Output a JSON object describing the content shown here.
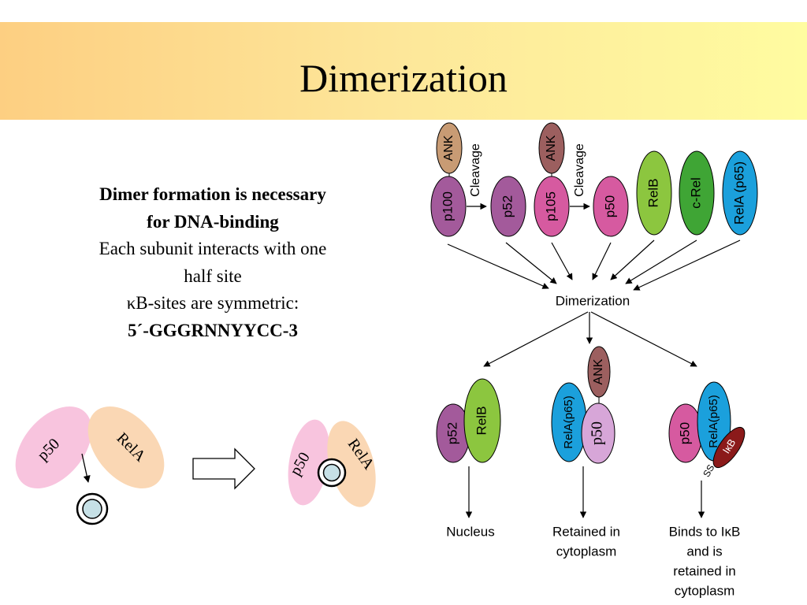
{
  "slide": {
    "title": "Dimerization"
  },
  "text": {
    "line1": "Dimer formation is necessary",
    "line2": "for DNA-binding",
    "line3": "Each subunit interacts with one",
    "line4": "half site",
    "line5": "κB-sites are symmetric:",
    "line6": "5´-GGGRNNYYCC-3"
  },
  "schematic": {
    "left_subunit": "p50",
    "right_subunit": "RelA"
  },
  "diagram": {
    "cleavage": "Cleavage",
    "ank": "ANK",
    "precursor1": "p100",
    "product1": "p52",
    "precursor2": "p105",
    "product2": "p50",
    "relb": "RelB",
    "crel": "c-Rel",
    "rela": "RelA (p65)",
    "dimerization": "Dimerization",
    "dimer1_left": "p52",
    "dimer1_right": "RelB",
    "dimer2_left": "RelA(p65)",
    "dimer2_right": "p50",
    "dimer3_left": "p50",
    "dimer3_right": "RelA(p65)",
    "ikb": "IκB",
    "ss": "SS",
    "out1": "Nucleus",
    "out2_l1": "Retained in",
    "out2_l2": "cytoplasm",
    "out3_l1": "Binds to IκB",
    "out3_l2": "and is",
    "out3_l3": "retained in",
    "out3_l4": "cytoplasm"
  },
  "colors": {
    "p100": "#a35a9b",
    "p105": "#d65aa0",
    "relb": "#8cc63f",
    "crel": "#3fa535",
    "rela": "#1ba0dc",
    "ank": "#c89b74",
    "ank2": "#9c5f5f",
    "ikb": "#8b1a1a",
    "pink_light": "#f8c4de",
    "peach": "#fad7b4",
    "p50_light": "#d7a6d8"
  }
}
